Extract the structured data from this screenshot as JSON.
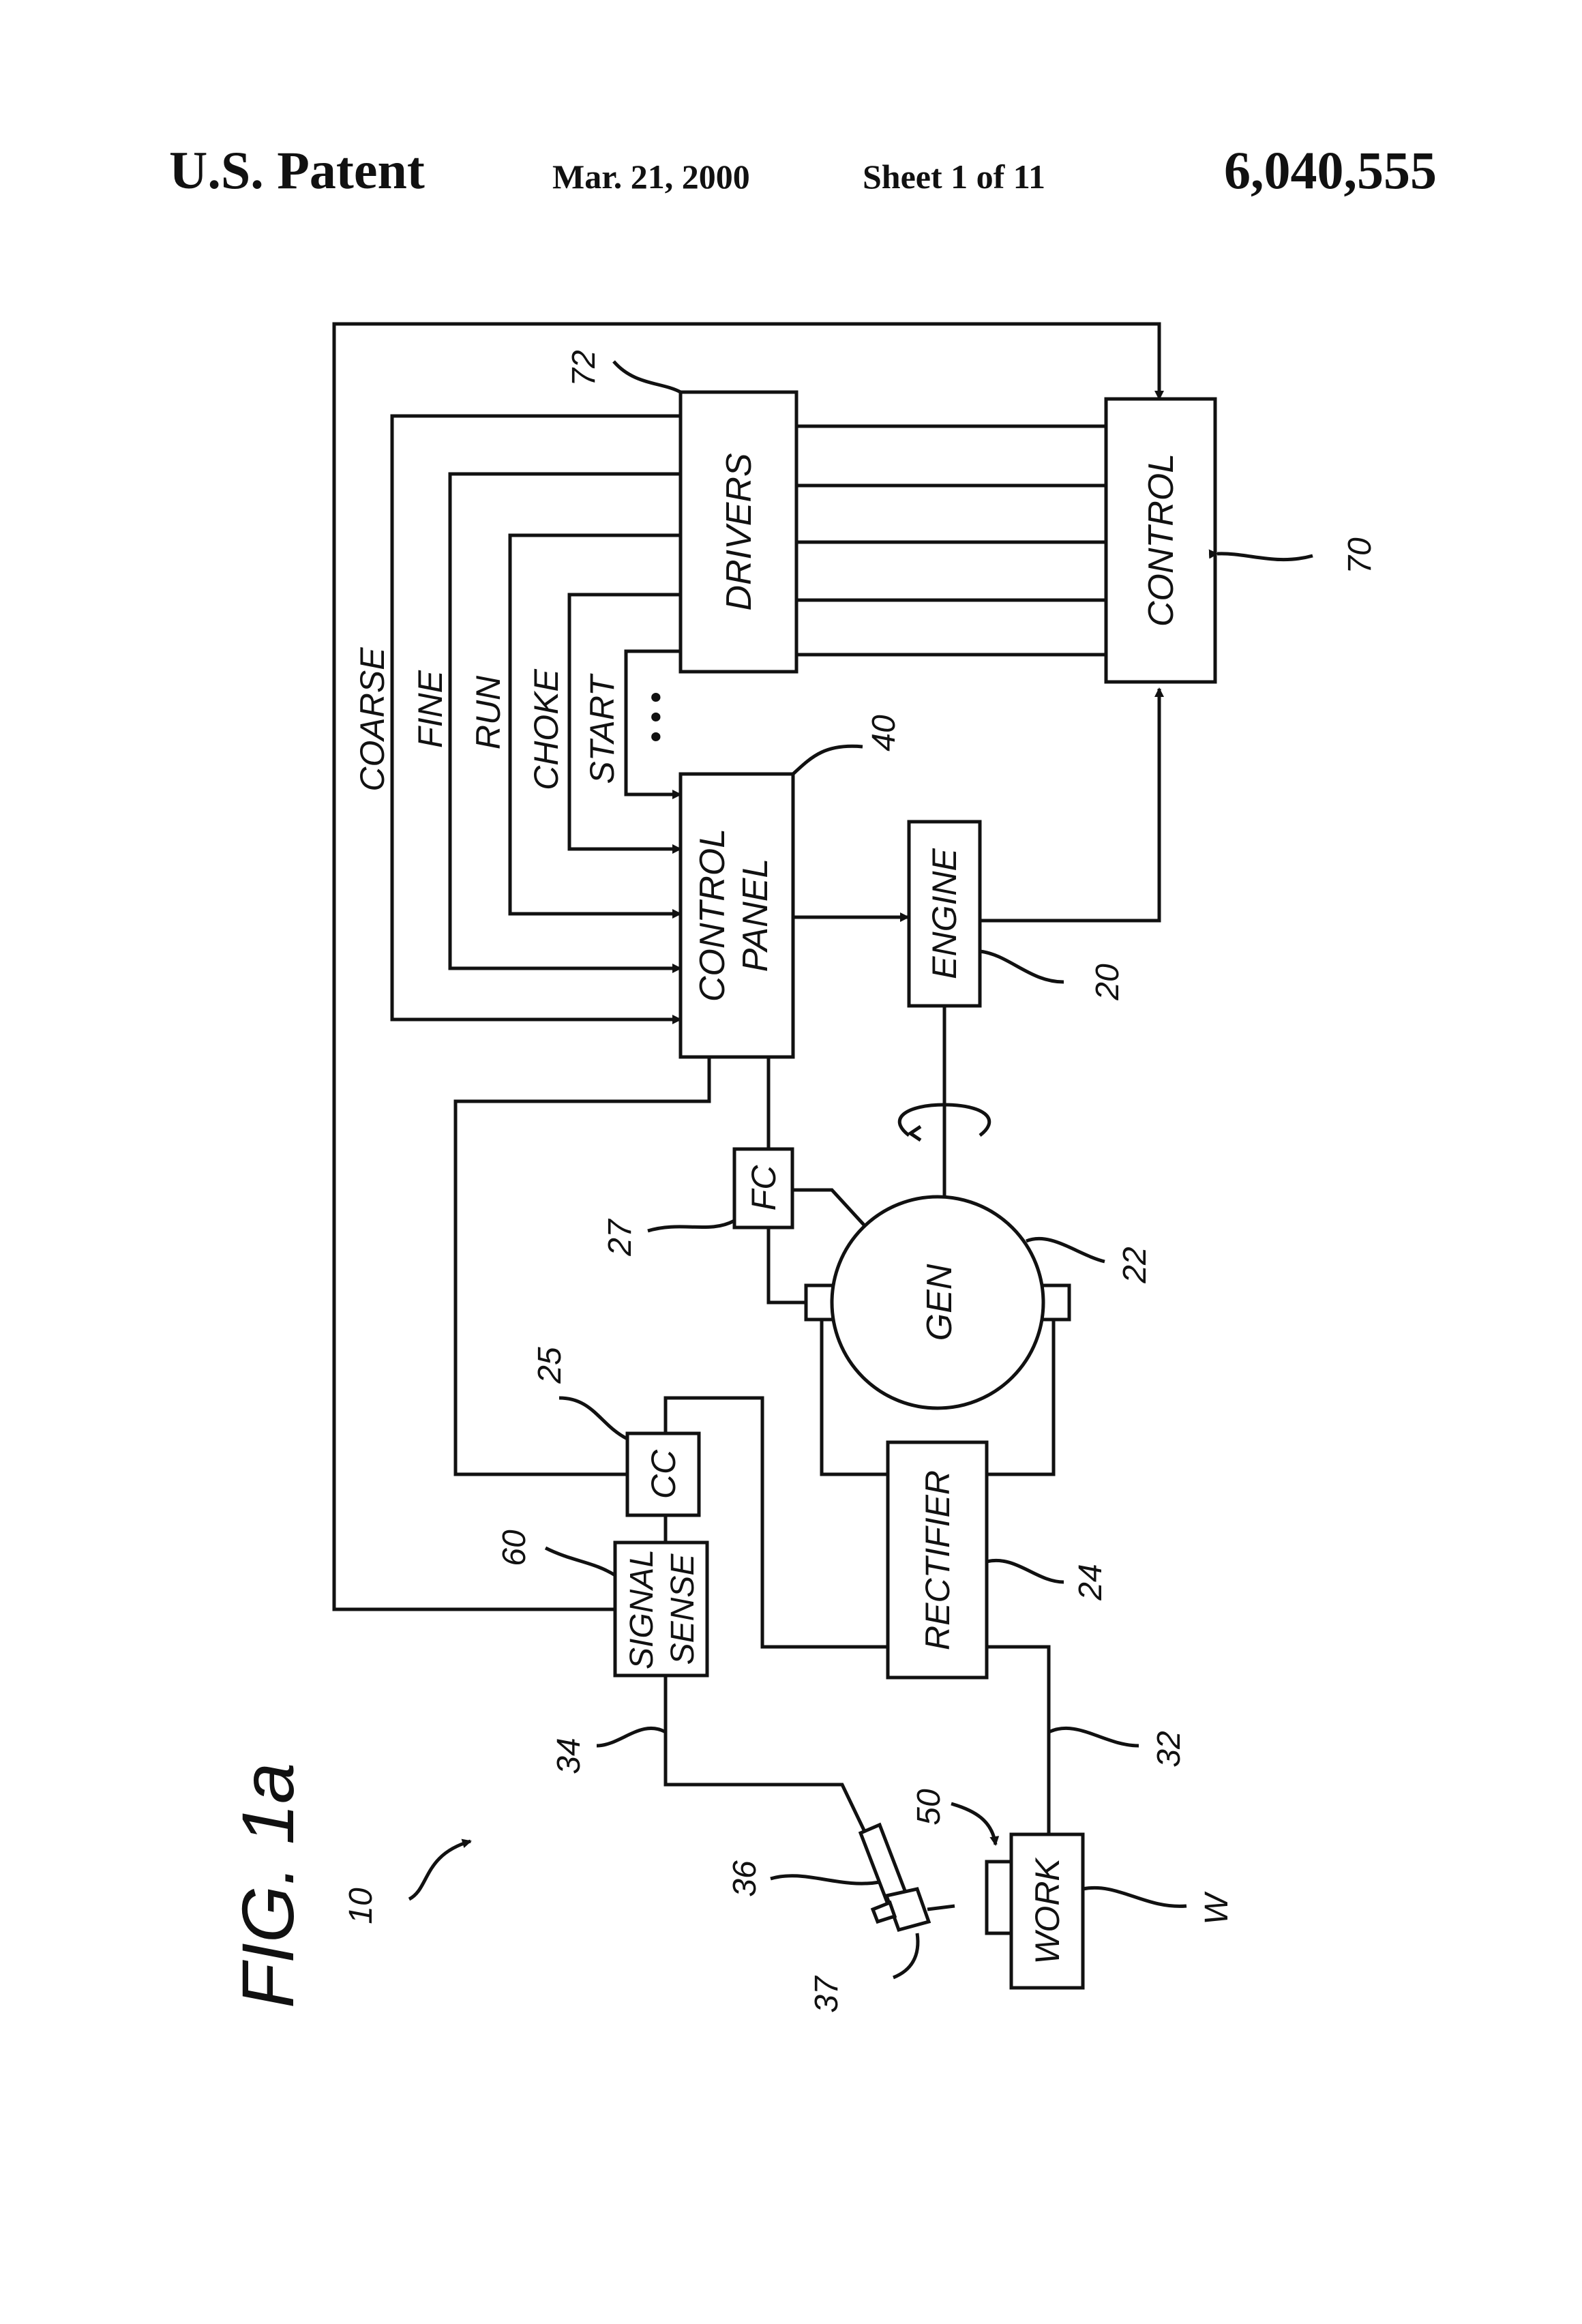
{
  "header": {
    "left": "U.S. Patent",
    "date": "Mar. 21, 2000",
    "sheet": "Sheet 1 of 11",
    "number": "6,040,555"
  },
  "figure": {
    "title": "FIG. 1a",
    "ref_system": "10"
  },
  "blocks": {
    "drivers": "DRIVERS",
    "control": "CONTROL",
    "control_panel_1": "CONTROL",
    "control_panel_2": "PANEL",
    "engine": "ENGINE",
    "fc": "FC",
    "gen": "GEN",
    "cc": "CC",
    "signal_sense_1": "SIGNAL",
    "signal_sense_2": "SENSE",
    "rectifier": "RECTIFIER",
    "work": "WORK"
  },
  "signals": {
    "coarse": "COARSE",
    "fine": "FINE",
    "run": "RUN",
    "choke": "CHOKE",
    "start": "START",
    "more": "• • •"
  },
  "refs": {
    "r72": "72",
    "r70": "70",
    "r40": "40",
    "r20": "20",
    "r27": "27",
    "r22": "22",
    "r25": "25",
    "r60": "60",
    "r24": "24",
    "r34": "34",
    "r32": "32",
    "r36": "36",
    "r37": "37",
    "r50": "50",
    "rW": "W"
  },
  "colors": {
    "ink": "#111111",
    "paper": "#ffffff"
  }
}
